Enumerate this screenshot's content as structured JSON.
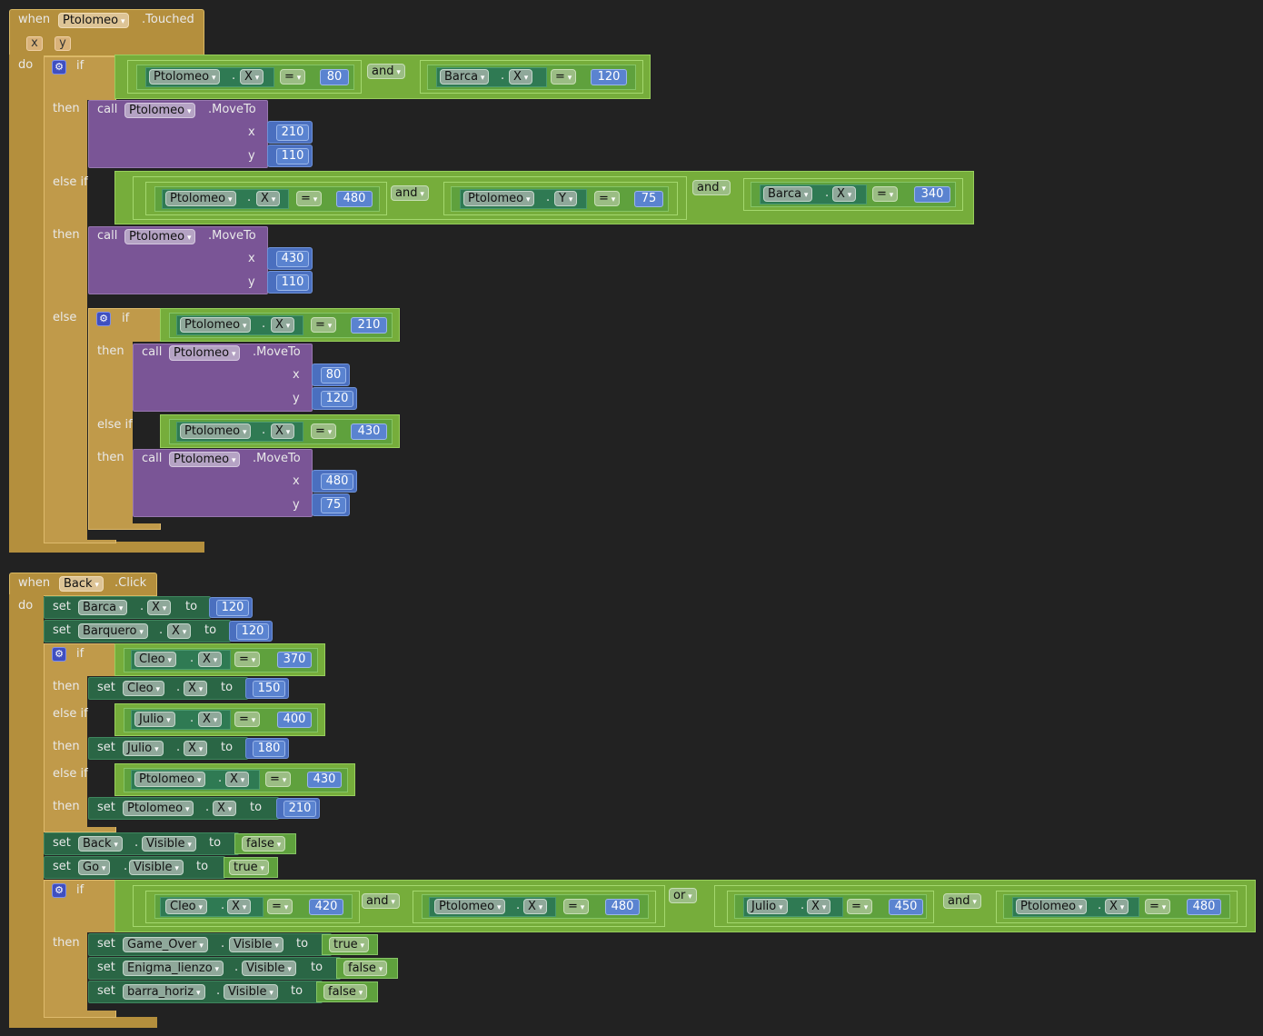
{
  "ev1": {
    "when": "when",
    "component": "Ptolomeo",
    "event": ".Touched",
    "param_x": "x",
    "param_y": "y",
    "do": "do",
    "if": "if",
    "then": "then",
    "else_if": "else if",
    "else": "else"
  },
  "ops": {
    "and": "and",
    "or": "or",
    "eq": "=",
    "dot": ".",
    "call": "call",
    "set": "set",
    "to": "to",
    "moveto": ".MoveTo",
    "x": "x",
    "y": "y"
  },
  "ev1_conds": {
    "c1": [
      "Ptolomeo",
      "X",
      "80",
      "Barca",
      "X",
      "120"
    ],
    "c2": [
      "Ptolomeo",
      "X",
      "480",
      "Ptolomeo",
      "Y",
      "75",
      "Barca",
      "X",
      "340"
    ],
    "c3": [
      "Ptolomeo",
      "X",
      "210"
    ],
    "c4": [
      "Ptolomeo",
      "X",
      "430"
    ]
  },
  "ev1_calls": [
    {
      "component": "Ptolomeo",
      "x": "210",
      "y": "110"
    },
    {
      "component": "Ptolomeo",
      "x": "430",
      "y": "110"
    },
    {
      "component": "Ptolomeo",
      "x": "80",
      "y": "120"
    },
    {
      "component": "Ptolomeo",
      "x": "480",
      "y": "75"
    }
  ],
  "ev2": {
    "when": "when",
    "component": "Back",
    "event": ".Click",
    "do": "do",
    "if": "if",
    "then": "then",
    "else_if": "else if"
  },
  "ev2_sets": [
    {
      "c": "Barca",
      "p": "X",
      "v": "120"
    },
    {
      "c": "Barquero",
      "p": "X",
      "v": "120"
    },
    {
      "c": "Cleo",
      "p": "X",
      "v": "150"
    },
    {
      "c": "Julio",
      "p": "X",
      "v": "180"
    },
    {
      "c": "Ptolomeo",
      "p": "X",
      "v": "210"
    },
    {
      "c": "Back",
      "p": "Visible",
      "v": "false"
    },
    {
      "c": "Go",
      "p": "Visible",
      "v": "true"
    },
    {
      "c": "Game_Over",
      "p": "Visible",
      "v": "true"
    },
    {
      "c": "Enigma_lienzo",
      "p": "Visible",
      "v": "false"
    },
    {
      "c": "barra_horiz",
      "p": "Visible",
      "v": "false"
    }
  ],
  "ev2_conds": {
    "a": [
      "Cleo",
      "X",
      "370"
    ],
    "b": [
      "Julio",
      "X",
      "400"
    ],
    "c": [
      "Ptolomeo",
      "X",
      "430"
    ],
    "d": [
      "Cleo",
      "X",
      "420",
      "Ptolomeo",
      "X",
      "480",
      "Julio",
      "X",
      "450",
      "Ptolomeo",
      "X",
      "480"
    ]
  }
}
